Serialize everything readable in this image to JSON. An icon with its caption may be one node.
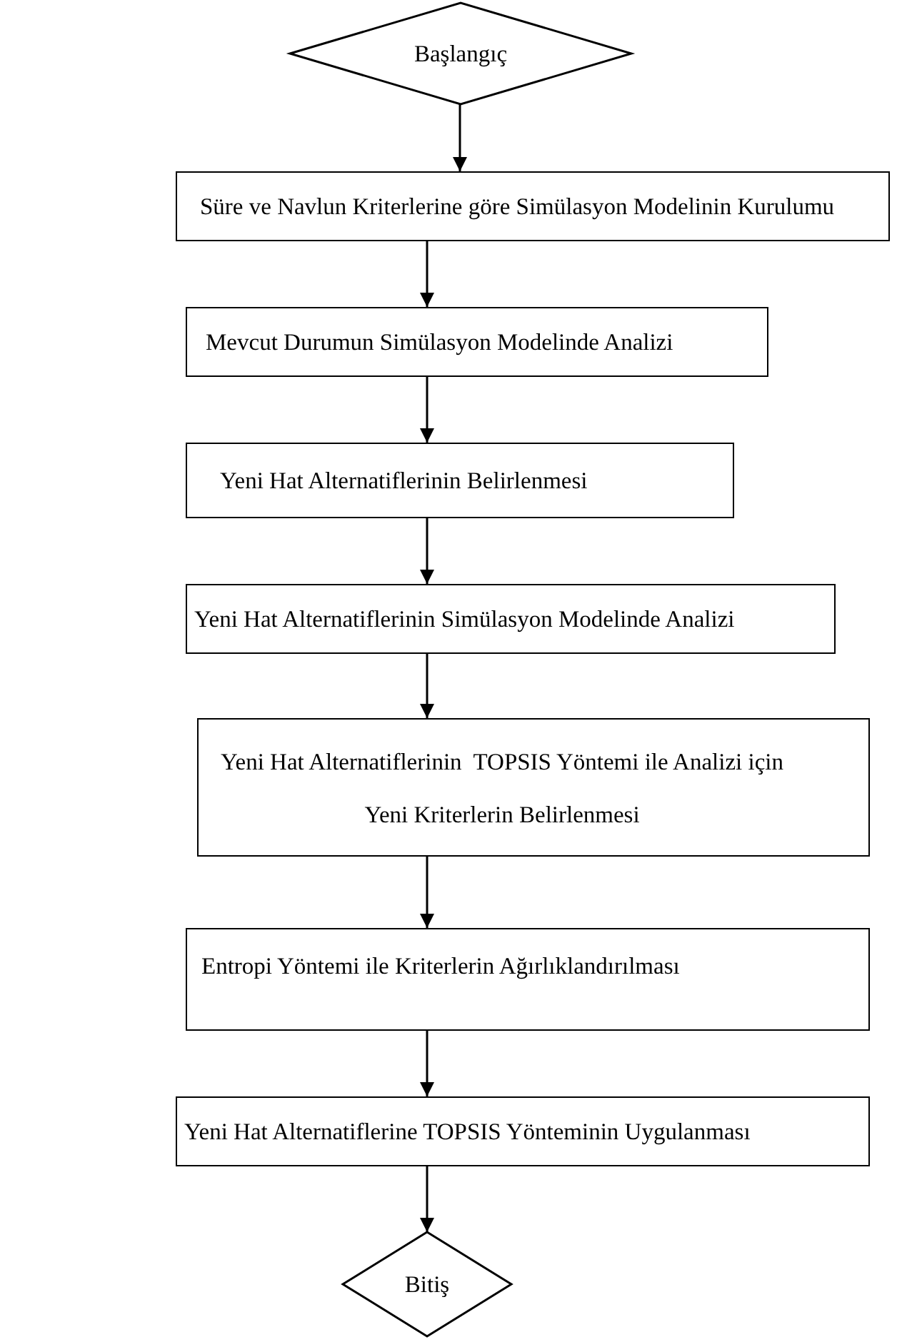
{
  "diagram": {
    "nodes": [
      {
        "text": [
          "Başlangıç"
        ]
      },
      {
        "text": [
          "Süre ve Navlun Kriterlerine göre Simülasyon Modelinin Kurulumu"
        ]
      },
      {
        "text": [
          "Mevcut Durumun Simülasyon Modelinde Analizi"
        ]
      },
      {
        "text": [
          "Yeni Hat Alternatiflerinin Belirlenmesi"
        ]
      },
      {
        "text": [
          "Yeni Hat Alternatiflerinin Simülasyon Modelinde Analizi"
        ]
      },
      {
        "text": [
          "Yeni Hat Alternatiflerinin  TOPSIS Yöntemi ile Analizi için Yeni Kriterlerin Belirlenmesi"
        ]
      },
      {
        "text": [
          "Entropi Yöntemi ile Kriterlerin Ağırlıklandırılması"
        ]
      },
      {
        "text": [
          "Yeni Hat Alternatiflerine TOPSIS Yönteminin Uygulanması"
        ]
      },
      {
        "text": [
          "Bitiş"
        ]
      }
    ],
    "edges": [
      {
        "from": 0,
        "to": 1,
        "arrow": "to"
      },
      {
        "from": 1,
        "to": 2,
        "arrow": "to"
      },
      {
        "from": 2,
        "to": 3,
        "arrow": "to"
      },
      {
        "from": 3,
        "to": 4,
        "arrow": "to"
      },
      {
        "from": 4,
        "to": 5,
        "arrow": "to"
      },
      {
        "from": 5,
        "to": 6,
        "arrow": "to"
      },
      {
        "from": 6,
        "to": 7,
        "arrow": "to"
      },
      {
        "from": 7,
        "to": 8,
        "arrow": "to"
      }
    ]
  }
}
